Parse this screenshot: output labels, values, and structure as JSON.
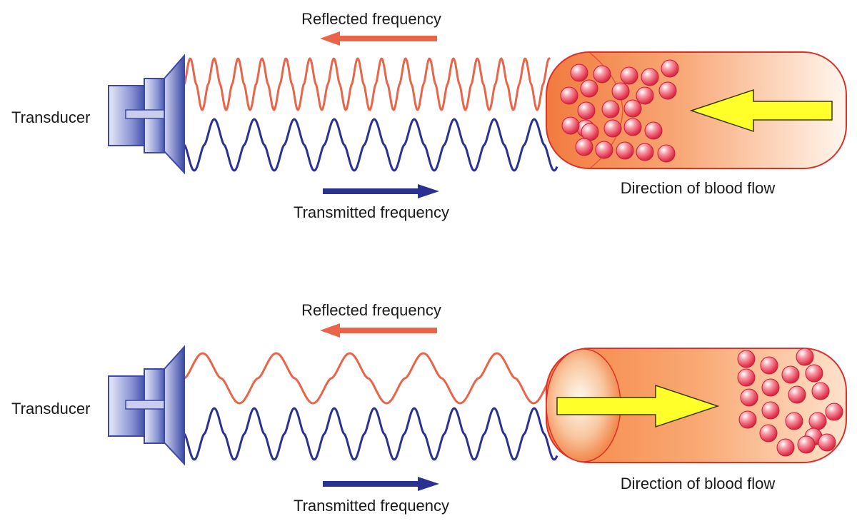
{
  "panels": [
    {
      "transducer_label": "Transducer",
      "reflected_label": "Reflected frequency",
      "transmitted_label": "Transmitted frequency",
      "flow_label": "Direction of blood flow",
      "flow_direction": "toward transducer",
      "reflected_frequency_vs_transmitted": "higher"
    },
    {
      "transducer_label": "Transducer",
      "reflected_label": "Reflected frequency",
      "transmitted_label": "Transmitted frequency",
      "flow_label": "Direction of blood flow",
      "flow_direction": "away from transducer",
      "reflected_frequency_vs_transmitted": "lower"
    }
  ],
  "colors": {
    "reflected_wave": "#e8654a",
    "transmitted_wave": "#2b3190",
    "transducer": "#4a5ab8",
    "vessel_outline": "#d8322a",
    "blood_cell": "#ec3f55",
    "flow_arrow": "#ffff2a",
    "text": "#1a1a1a"
  },
  "icons": {
    "transducer": "transducer-icon",
    "blood_cell": "blood-cell-icon",
    "flow_arrow": "arrow-icon"
  }
}
